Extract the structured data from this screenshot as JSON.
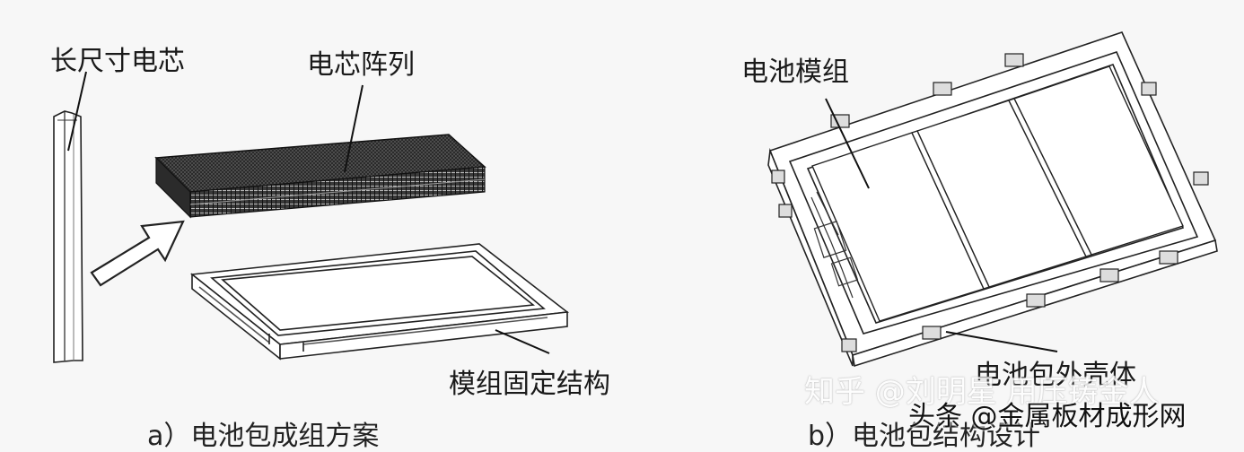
{
  "left_diagram": {
    "label_long_cell": "长尺寸电芯",
    "label_cell_array": "电芯阵列",
    "label_module_fixing": "模组固定结构",
    "caption": "a）电池包成组方案"
  },
  "right_diagram": {
    "label_battery_module": "电池模组",
    "label_pack_housing": "电池包外壳体",
    "caption": "b）电池包结构设计"
  },
  "watermarks": {
    "zhihu": "知乎 @刘明星 用压铸金人",
    "toutiao": "头条 @金属板材成形网"
  }
}
